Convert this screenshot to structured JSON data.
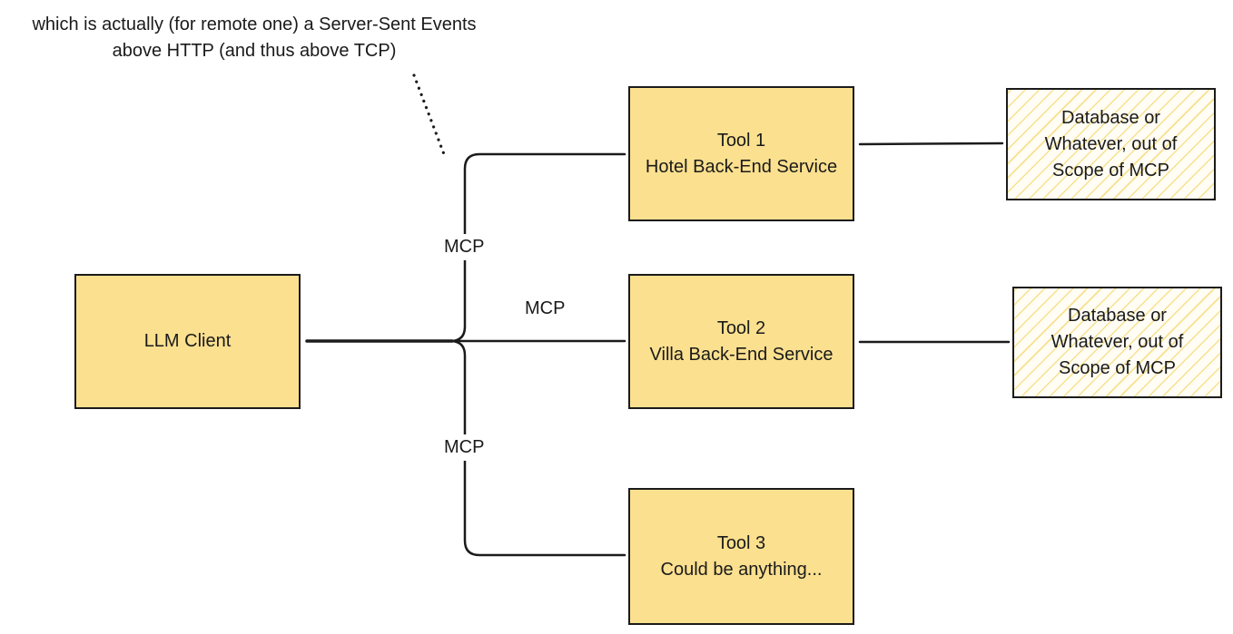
{
  "note": {
    "line1": "which is actually (for remote one) a Server-Sent Events",
    "line2": "above HTTP (and thus above TCP)"
  },
  "llm_client": {
    "label": "LLM Client"
  },
  "tools": [
    {
      "title": "Tool 1",
      "subtitle": "Hotel Back-End Service"
    },
    {
      "title": "Tool 2",
      "subtitle": "Villa Back-End Service"
    },
    {
      "title": "Tool 3",
      "subtitle": "Could be anything..."
    }
  ],
  "databases": [
    {
      "lines": [
        "Database or",
        "Whatever, out of",
        "Scope of MCP"
      ]
    },
    {
      "lines": [
        "Database or",
        "Whatever, out of",
        "Scope of MCP"
      ]
    }
  ],
  "edge_labels": {
    "top": "MCP",
    "middle": "MCP",
    "bottom": "MCP"
  },
  "colors": {
    "box_fill": "#fbe08f",
    "stroke": "#1b1b1b",
    "hatch": "#f5d66e"
  }
}
